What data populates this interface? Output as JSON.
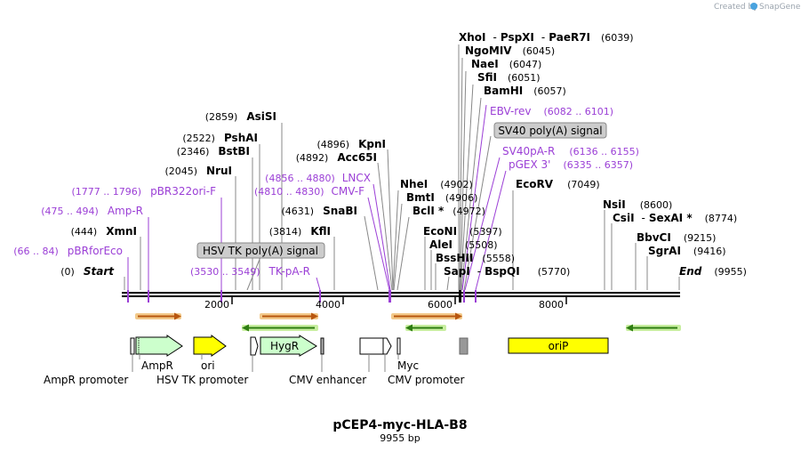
{
  "credit": {
    "prefix": "Created by",
    "brand": "SnapGene"
  },
  "map": {
    "title": "pCEP4-myc-HLA-B8",
    "length": "9955 bp",
    "start_label": "Start",
    "end_label": "End",
    "start_pos": "(0)",
    "end_pos": "(9955)",
    "ticks": [
      "2000",
      "4000",
      "6000",
      "8000"
    ]
  },
  "sites": [
    {
      "name": "XhoI",
      "pos": "(6039)",
      "dash": "-",
      "name2": "PspXI",
      "dash2": "-",
      "name3": "PaeR7I"
    },
    {
      "name": "NgoMIV",
      "pos": "(6045)"
    },
    {
      "name": "NaeI",
      "pos": "(6047)"
    },
    {
      "name": "SfiI",
      "pos": "(6051)"
    },
    {
      "name": "BamHI",
      "pos": "(6057)"
    },
    {
      "name": "AsiSI",
      "pos": "(2859)"
    },
    {
      "name": "PshAI",
      "pos": "(2522)"
    },
    {
      "name": "BstBI",
      "pos": "(2346)"
    },
    {
      "name": "NruI",
      "pos": "(2045)"
    },
    {
      "name": "KpnI",
      "pos": "(4896)"
    },
    {
      "name": "Acc65I",
      "pos": "(4892)"
    },
    {
      "name": "EcoRV",
      "pos": "(7049)"
    },
    {
      "name": "NheI",
      "pos": "(4902)"
    },
    {
      "name": "BmtI",
      "pos": "(4906)"
    },
    {
      "name": "BclI *",
      "pos": "(4972)"
    },
    {
      "name": "SnaBI",
      "pos": "(4631)"
    },
    {
      "name": "NsiI",
      "pos": "(8600)"
    },
    {
      "name": "CsiI",
      "pos": "(8774)",
      "dash": "-",
      "name2": "SexAI *"
    },
    {
      "name": "XmnI",
      "pos": "(444)"
    },
    {
      "name": "KflI",
      "pos": "(3814)"
    },
    {
      "name": "EcoNI",
      "pos": "(5397)"
    },
    {
      "name": "AleI",
      "pos": "(5508)"
    },
    {
      "name": "BbvCI",
      "pos": "(9215)"
    },
    {
      "name": "BssHII",
      "pos": "(5558)"
    },
    {
      "name": "SgrAI",
      "pos": "(9416)"
    },
    {
      "name": "SapI",
      "pos": "(5770)",
      "dash": "-",
      "name2": "BspQI"
    }
  ],
  "primers": [
    {
      "name": "EBV-rev",
      "pos": "(6082 .. 6101)"
    },
    {
      "name": "SV40pA-R",
      "pos": "(6136 .. 6155)"
    },
    {
      "name": "pGEX 3'",
      "pos": "(6335 .. 6357)"
    },
    {
      "name": "LNCX",
      "pos": "(4856 .. 4880)"
    },
    {
      "name": "CMV-F",
      "pos": "(4810 .. 4830)"
    },
    {
      "name": "pBR322ori-F",
      "pos": "(1777 .. 1796)"
    },
    {
      "name": "Amp-R",
      "pos": "(475 .. 494)"
    },
    {
      "name": "pBRforEco",
      "pos": "(66 .. 84)"
    },
    {
      "name": "TK-pA-R",
      "pos": "(3530 .. 3549)"
    }
  ],
  "boxed_features": [
    {
      "name": "SV40 poly(A) signal"
    },
    {
      "name": "HSV TK poly(A) signal"
    }
  ],
  "features": {
    "ampr": "AmpR",
    "ori": "ori",
    "hygr": "HygR",
    "myc": "Myc",
    "orip": "oriP",
    "ampr_promoter": "AmpR promoter",
    "hsv_tk_promoter": "HSV TK promoter",
    "cmv_enhancer": "CMV enhancer",
    "cmv_promoter": "CMV promoter"
  },
  "colors": {
    "primer": "#9b3fd6",
    "ampr_fill": "#ccffcc",
    "hygr_fill": "#ccffcc",
    "ori_fill": "#ffff00",
    "orip_fill": "#ffff00",
    "box_fill": "#cccccc",
    "orf_forward": "#f2a744",
    "orf_reverse": "#66cc33"
  }
}
